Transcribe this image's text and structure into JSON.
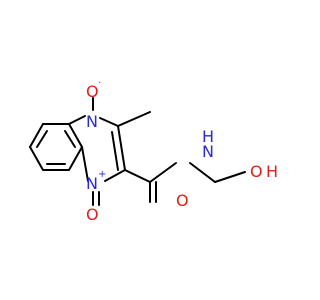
{
  "molecule": {
    "atoms": {
      "n1": {
        "symbol": "N",
        "charge": "+"
      },
      "n4": {
        "symbol": "N",
        "charge": ""
      },
      "o_n1": {
        "symbol": "O",
        "charge": ""
      },
      "o_n4": {
        "symbol": "O",
        "charge": "·"
      },
      "n_amide": {
        "symbol": "N",
        "h": "H"
      },
      "o_carbonyl": {
        "symbol": "O"
      },
      "o_hydroxyl": {
        "symbol": "O",
        "h": "H"
      }
    },
    "colors": {
      "nitrogen": "#2b2bd6",
      "oxygen": "#e0201b",
      "bond": "#000000",
      "background": "#ffffff"
    }
  }
}
